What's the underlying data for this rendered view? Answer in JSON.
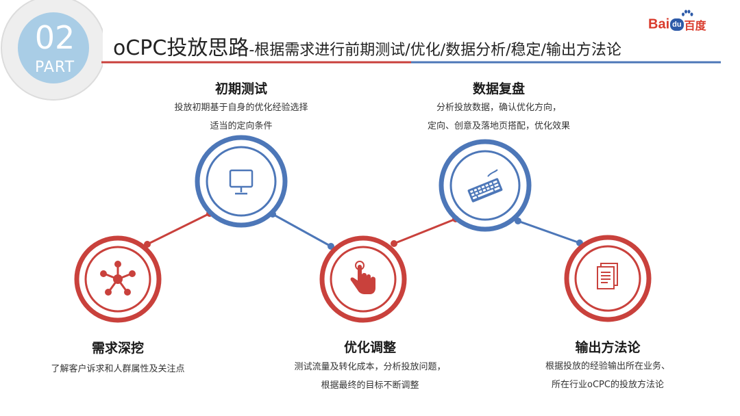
{
  "badge": {
    "number": "02",
    "label": "PART"
  },
  "title": {
    "main": "oCPC投放思路",
    "sub": "-根据需求进行前期测试/优化/数据分析/稳定/输出方法论"
  },
  "logo": {
    "part1": "Bai",
    "du": "du",
    "part2": "百度"
  },
  "colors": {
    "red": "#c9413c",
    "blue": "#4d77b8",
    "badge": "#a9cde6"
  },
  "steps": [
    {
      "heading": "需求深挖",
      "lines": [
        "了解客户诉求和人群属性及关注点"
      ],
      "icon": "molecule-icon"
    },
    {
      "heading": "初期测试",
      "lines": [
        "投放初期基于自身的优化经验选择",
        "适当的定向条件"
      ],
      "icon": "monitor-icon"
    },
    {
      "heading": "优化调整",
      "lines": [
        "测试流量及转化成本，分析投放问题，",
        "根据最终的目标不断调整"
      ],
      "icon": "hand-pointer-icon"
    },
    {
      "heading": "数据复盘",
      "lines": [
        "分析投放数据，确认优化方向，",
        "定向、创意及落地页搭配，优化效果"
      ],
      "icon": "keyboard-icon"
    },
    {
      "heading": "输出方法论",
      "lines": [
        "根据投放的经验输出所在业务、",
        "所在行业oCPC的投放方法论"
      ],
      "icon": "document-icon"
    }
  ]
}
